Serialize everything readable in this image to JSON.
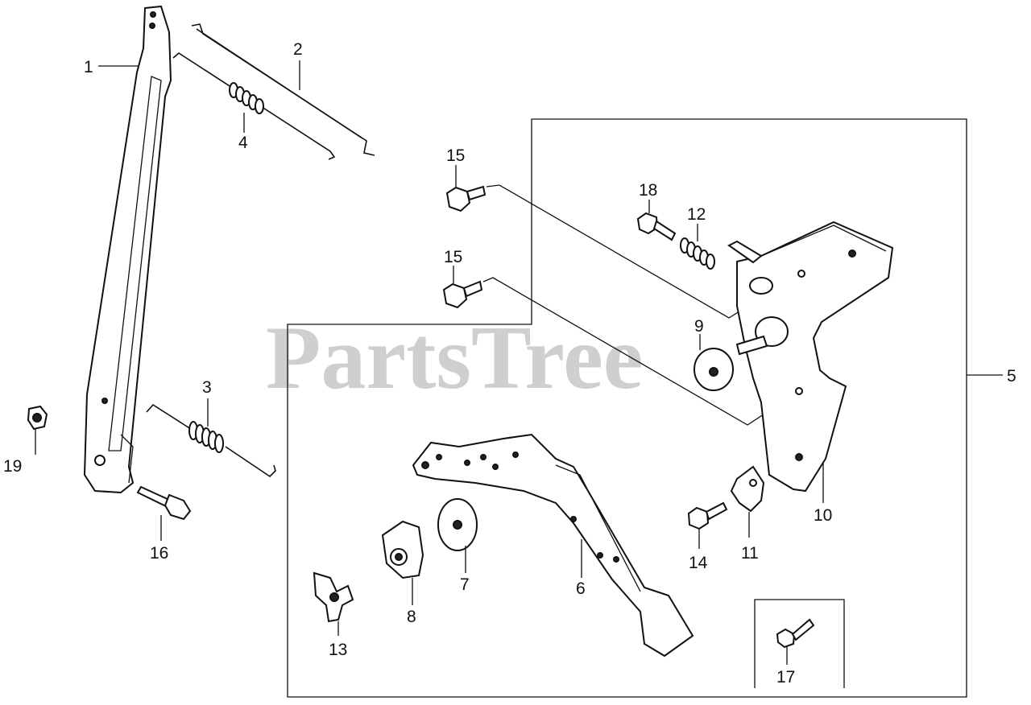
{
  "watermark": "PartsTree",
  "callouts": {
    "p1": "1",
    "p2": "2",
    "p3": "3",
    "p4": "4",
    "p5": "5",
    "p6": "6",
    "p7": "7",
    "p8": "8",
    "p9": "9",
    "p10": "10",
    "p11": "11",
    "p12": "12",
    "p13": "13",
    "p14": "14",
    "p15a": "15",
    "p15b": "15",
    "p16": "16",
    "p17": "17",
    "p18": "18",
    "p19": "19"
  }
}
